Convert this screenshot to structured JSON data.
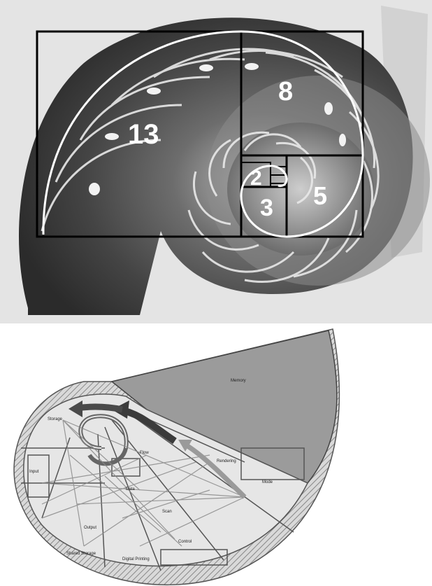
{
  "photo": {
    "fib_numbers": [
      "13",
      "8",
      "2",
      "3",
      "5"
    ]
  },
  "diagram": {
    "labels": [
      "Memory",
      "Storage",
      "Rendering",
      "Mode",
      "Flow",
      "Scan",
      "Input",
      "Output",
      "Data",
      "Control",
      "Shared Storage",
      "Digital Printing"
    ]
  },
  "colors": {
    "photo_bg": "#e8e8e8",
    "shell_dark": "#2f2f2f",
    "shell_mid": "#6e6e6e",
    "overlay_line": "#000000",
    "overlay_spiral": "#ffffff",
    "diagram_wedge": "#9a9a9a",
    "diagram_body": "#e7e7e7"
  }
}
